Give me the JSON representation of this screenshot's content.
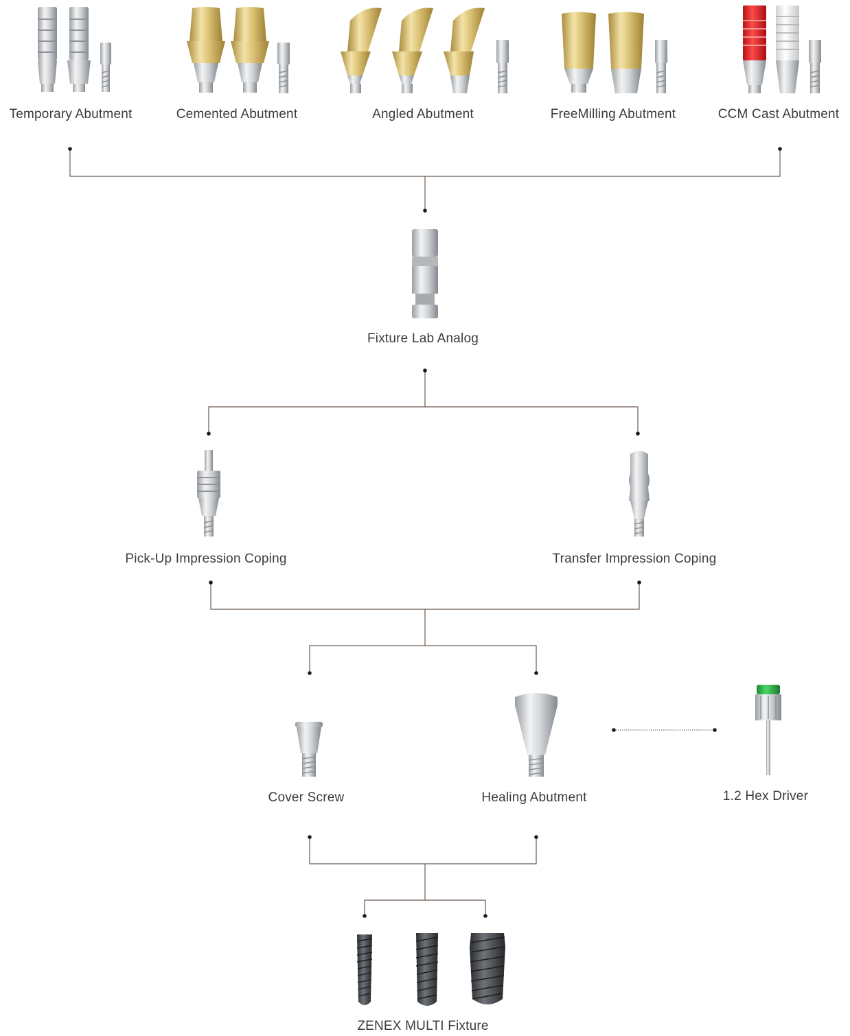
{
  "colors": {
    "line": "#6b5a50",
    "dot": "#1a1a1a",
    "silver": "#c9cccf",
    "silver_dark": "#8e9296",
    "gold": "#d9bf72",
    "gold_dark": "#a88a3a",
    "red": "#e02424",
    "fixture": "#3f4245",
    "green": "#2fb04a"
  },
  "diagram": {
    "abutments": [
      {
        "label": "Temporary Abutment",
        "icon": "temporary-abutment-icon"
      },
      {
        "label": "Cemented Abutment",
        "icon": "cemented-abutment-icon"
      },
      {
        "label": "Angled Abutment",
        "icon": "angled-abutment-icon"
      },
      {
        "label": "FreeMilling Abutment",
        "icon": "freemilling-abutment-icon"
      },
      {
        "label": "CCM Cast Abutment",
        "icon": "ccm-cast-abutment-icon"
      }
    ],
    "lab_analog": {
      "label": "Fixture Lab Analog",
      "icon": "fixture-lab-analog-icon"
    },
    "impression": [
      {
        "label": "Pick-Up Impression Coping",
        "icon": "pickup-coping-icon"
      },
      {
        "label": "Transfer Impression Coping",
        "icon": "transfer-coping-icon"
      }
    ],
    "healing": [
      {
        "label": "Cover Screw",
        "icon": "cover-screw-icon"
      },
      {
        "label": "Healing Abutment",
        "icon": "healing-abutment-icon"
      },
      {
        "label": "1.2 Hex Driver",
        "icon": "hex-driver-icon"
      }
    ],
    "fixture": {
      "label": "ZENEX MULTI Fixture",
      "icon": "fixture-icon"
    }
  }
}
